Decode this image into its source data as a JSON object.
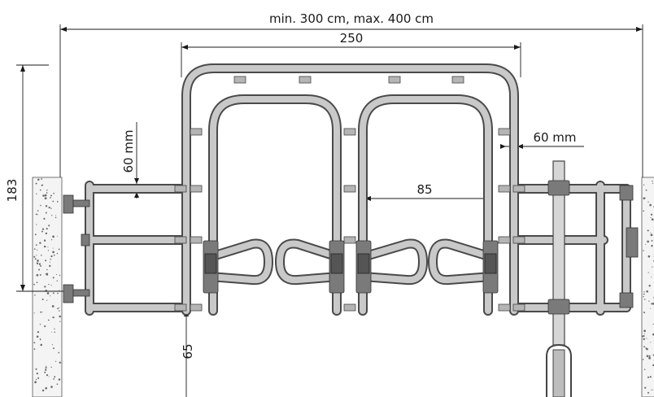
{
  "dimensions": {
    "overall_width": "min. 300 cm, max. 400 cm",
    "gate_width": "250",
    "height": "183",
    "bar_spacing_left": "60 mm",
    "bar_spacing_right": "60 mm",
    "opening_width": "85",
    "ground_clearance": "65"
  }
}
